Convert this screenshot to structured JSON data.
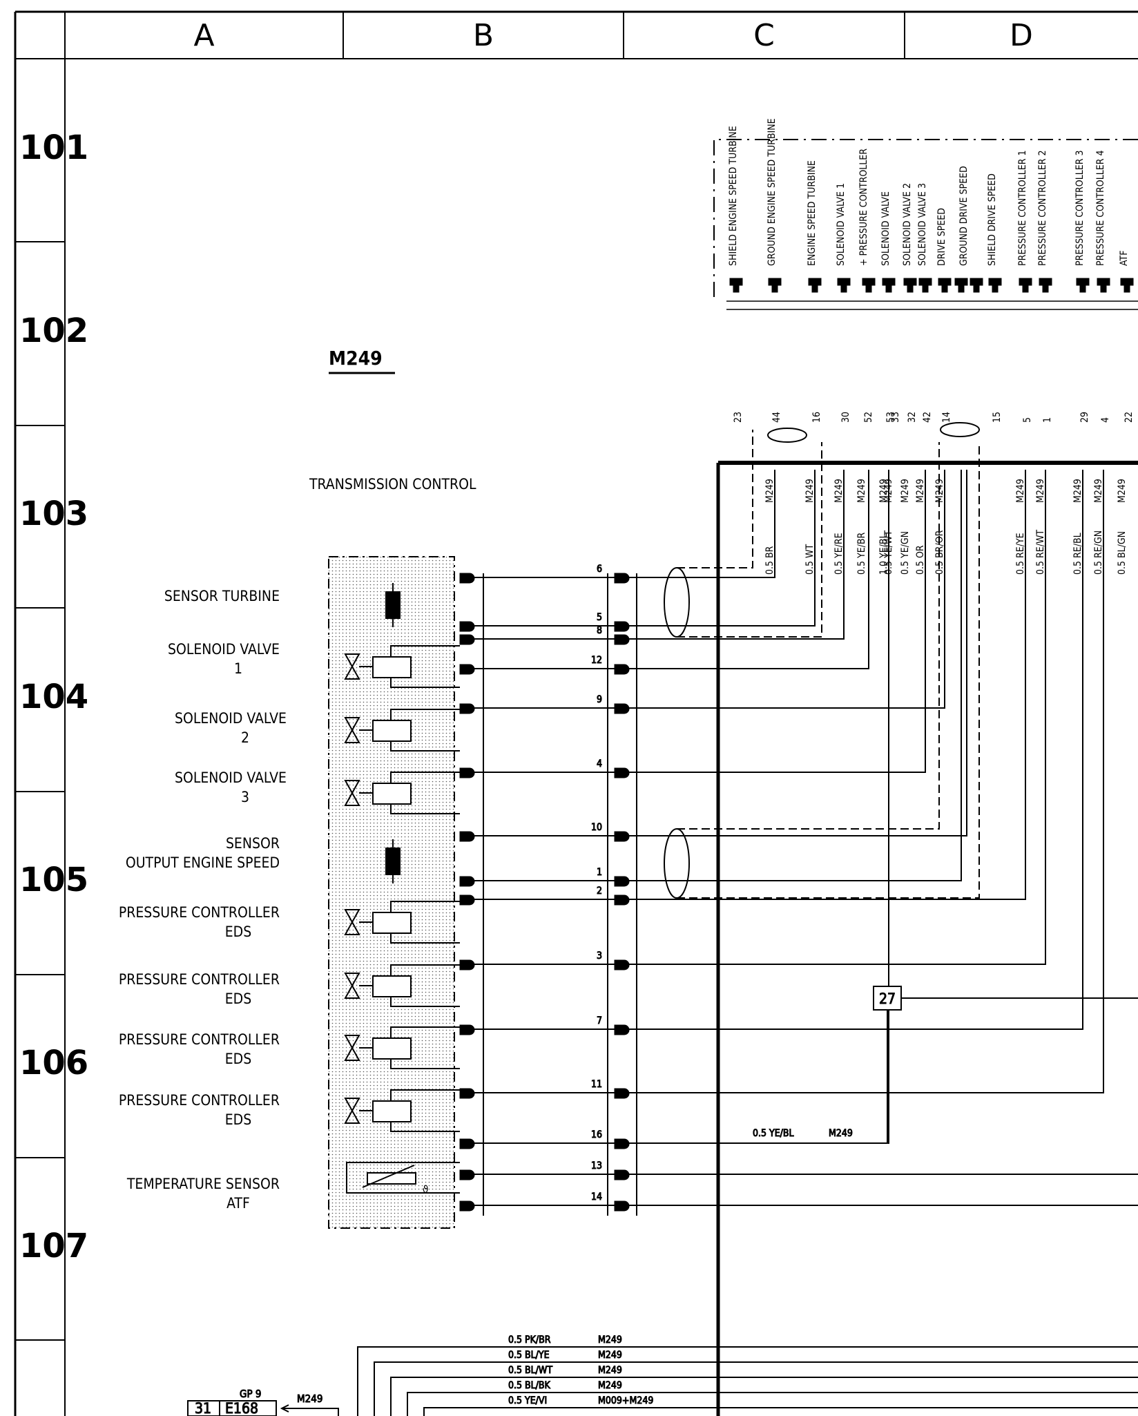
{
  "columns": [
    "A",
    "B",
    "C",
    "D"
  ],
  "rows": [
    "101",
    "102",
    "103",
    "104",
    "105",
    "106",
    "107"
  ],
  "module": {
    "code": "M249",
    "title": "TRANSMISSION CONTROL"
  },
  "components": [
    {
      "line1": "SENSOR TURBINE",
      "line2": "",
      "kind": "sensor"
    },
    {
      "line1": "SOLENOID VALVE",
      "line2": "1",
      "kind": "valve"
    },
    {
      "line1": "SOLENOID VALVE",
      "line2": "2",
      "kind": "valve"
    },
    {
      "line1": "SOLENOID VALVE",
      "line2": "3",
      "kind": "valve"
    },
    {
      "line1": "SENSOR",
      "line2": "OUTPUT ENGINE SPEED",
      "kind": "sensor"
    },
    {
      "line1": "PRESSURE CONTROLLER",
      "line2": "EDS",
      "kind": "valve"
    },
    {
      "line1": "PRESSURE CONTROLLER",
      "line2": "EDS",
      "kind": "valve"
    },
    {
      "line1": "PRESSURE CONTROLLER",
      "line2": "EDS",
      "kind": "valve"
    },
    {
      "line1": "PRESSURE CONTROLLER",
      "line2": "EDS",
      "kind": "valve"
    },
    {
      "line1": "TEMPERATURE SENSOR",
      "line2": "ATF",
      "kind": "temp"
    }
  ],
  "plug_pins": [
    "6",
    "5",
    "8",
    "12",
    "9",
    "4",
    "10",
    "1",
    "2",
    "3",
    "7",
    "11",
    "16",
    "13",
    "14"
  ],
  "ecu_terminals": [
    {
      "label": "SHIELD ENGINE SPEED TURBINE",
      "pin": "23",
      "wire": "",
      "harness": ""
    },
    {
      "label": "GROUND ENGINE SPEED TURBINE",
      "pin": "44",
      "wire": "0.5 BR",
      "harness": "M249"
    },
    {
      "label": "ENGINE SPEED TURBINE",
      "pin": "16",
      "wire": "0.5 WT",
      "harness": "M249"
    },
    {
      "label": "SOLENOID VALVE 1",
      "pin": "30",
      "wire": "0.5 YE/RE",
      "harness": "M249"
    },
    {
      "label": "+ PRESSURE CONTROLLER",
      "pin": "52",
      "wire": "0.5 YE/BR",
      "harness": "M249"
    },
    {
      "label": "SOLENOID VALVE",
      "pin": "53",
      "wire": "1.0 YE/BL",
      "harness": "M249"
    },
    {
      "label": "",
      "pin": "33",
      "wire": "0.5 YE/WT",
      "harness": "M249"
    },
    {
      "label": "SOLENOID VALVE 2",
      "pin": "32",
      "wire": "0.5 YE/GN",
      "harness": "M249"
    },
    {
      "label": "SOLENOID VALVE 3",
      "pin": "42",
      "wire": "0.5 OR",
      "harness": "M249"
    },
    {
      "label": "DRIVE SPEED",
      "pin": "14",
      "wire": "0.5 BR/OR",
      "harness": "M249"
    },
    {
      "label": "GROUND DRIVE SPEED",
      "pin": "",
      "wire": "",
      "harness": ""
    },
    {
      "label": "SHIELD DRIVE SPEED",
      "pin": "15",
      "wire": "",
      "harness": ""
    },
    {
      "label": "PRESSURE CONTROLLER 1",
      "pin": "5",
      "wire": "0.5 RE/YE",
      "harness": "M249"
    },
    {
      "label": "PRESSURE CONTROLLER 2",
      "pin": "1",
      "wire": "0.5 RE/WT",
      "harness": "M249"
    },
    {
      "label": "PRESSURE CONTROLLER 3",
      "pin": "29",
      "wire": "0.5 RE/BL",
      "harness": "M249"
    },
    {
      "label": "PRESSURE CONTROLLER 4",
      "pin": "4",
      "wire": "0.5 RE/GN",
      "harness": "M249"
    },
    {
      "label": "ATF",
      "pin": "22",
      "wire": "0.5 BL/GN",
      "harness": "M249"
    }
  ],
  "splice": "27",
  "splice_wire": {
    "wire": "0.5 YE/BL",
    "harness": "M249"
  },
  "bottom_wires": [
    {
      "wire": "0.5 PK/BR",
      "harness": "M249"
    },
    {
      "wire": "0.5 BL/YE",
      "harness": "M249"
    },
    {
      "wire": "0.5 BL/WT",
      "harness": "M249"
    },
    {
      "wire": "0.5 BL/BK",
      "harness": "M249"
    },
    {
      "wire": "0.5 YE/VI",
      "harness": "M009+M249"
    }
  ],
  "ground_point": {
    "label": "GP 9",
    "num": "31",
    "code": "E168",
    "harness": "M249"
  }
}
